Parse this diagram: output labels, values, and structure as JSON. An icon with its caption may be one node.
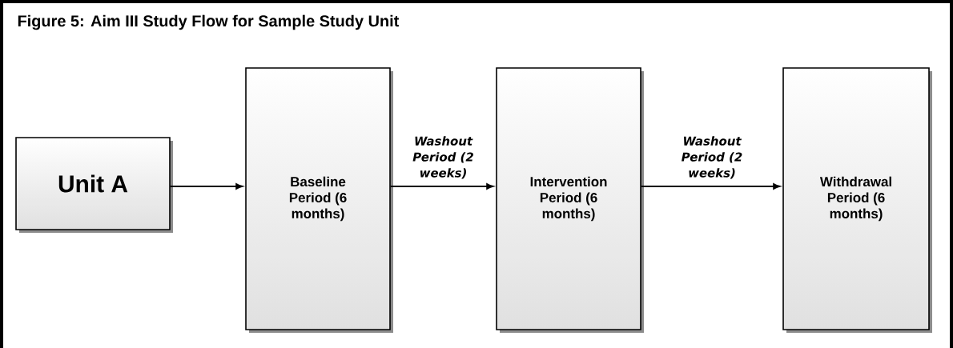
{
  "diagram": {
    "title": "Figure 5:  Aim III Study Flow for Sample Study Unit",
    "nodes": [
      {
        "text": [
          "Unit A"
        ]
      },
      {
        "text": [
          "Baseline Period (6 months)"
        ]
      },
      {
        "text": [
          "Intervention Period (6 months)"
        ]
      },
      {
        "text": [
          "Withdrawal Period (6 months)"
        ]
      }
    ],
    "edges": [
      {
        "from": 0,
        "to": 1,
        "arrow": "to"
      },
      {
        "from": 1,
        "to": 2,
        "arrow": "to",
        "label": "Washout Period (2 weeks)"
      },
      {
        "from": 2,
        "to": 3,
        "arrow": "to",
        "label": "Washout Period (2 weeks)"
      }
    ]
  }
}
